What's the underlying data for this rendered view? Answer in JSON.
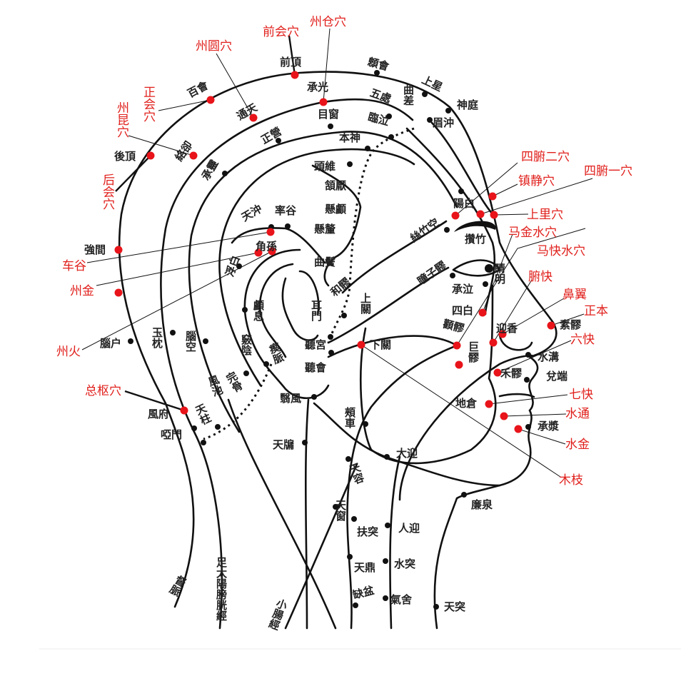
{
  "colors": {
    "red_point": "#e8141a",
    "red_label": "#e0201c",
    "meridian": "#111111"
  },
  "black_labels": [
    "顖會",
    "上星",
    "神庭",
    "前頂",
    "百會",
    "承光",
    "五處",
    "曲差",
    "目窗",
    "臨泣",
    "眉沖",
    "通天",
    "本神",
    "正營",
    "絡卻",
    "承靈",
    "後頂",
    "頭維",
    "頷厭",
    "懸顱",
    "懸釐",
    "曲鬢",
    "天沖",
    "率谷",
    "角孫",
    "浮白",
    "絲竹空",
    "陽白",
    "攢竹",
    "瞳子髎",
    "睛明",
    "承泣",
    "四白",
    "顴髎",
    "巨髎",
    "迎香",
    "素髎",
    "水溝",
    "禾髎",
    "兌端",
    "地倉",
    "承漿",
    "下關",
    "上關",
    "和髎",
    "耳門",
    "聽宮",
    "聽會",
    "顱息",
    "瘈脈",
    "竅陰",
    "完骨",
    "翳風",
    "頰車",
    "天牖",
    "大迎",
    "天容",
    "天窗",
    "廉泉",
    "扶突",
    "人迎",
    "天鼎",
    "水突",
    "缺盆",
    "氣舍",
    "天突",
    "強間",
    "腦户",
    "玉枕",
    "腦空",
    "風池",
    "天柱",
    "風府",
    "啞門",
    "督脈",
    "足太陽膀胱經",
    "小腸經"
  ],
  "red_labels": [
    "前会穴",
    "州仓穴",
    "州圆穴",
    "正会穴",
    "州昆穴",
    "后会穴",
    "车谷",
    "州金",
    "州火",
    "总枢穴",
    "四腑二穴",
    "镇静穴",
    "四腑一穴",
    "上里穴",
    "马金水穴",
    "马快水穴",
    "腑快",
    "鼻翼",
    "正本",
    "六快",
    "七快",
    "水通",
    "水金",
    "木枝"
  ]
}
